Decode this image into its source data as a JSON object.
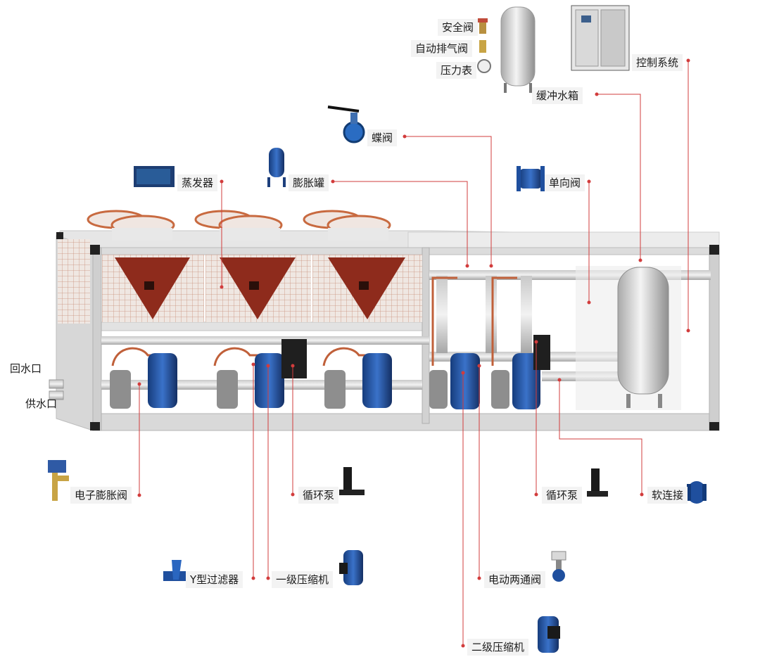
{
  "labels": {
    "safety_valve": "安全阀",
    "auto_vent_valve": "自动排气阀",
    "pressure_gauge": "压力表",
    "buffer_tank": "缓冲水箱",
    "control_system": "控制系统",
    "butterfly_valve": "蝶阀",
    "evaporator": "蒸发器",
    "expansion_tank": "膨胀罐",
    "check_valve": "单向阀",
    "return_water": "回水口",
    "supply_water": "供水口",
    "electronic_expansion_valve": "电子膨胀阀",
    "circulation_pump_left": "循环泵",
    "circulation_pump_right": "循环泵",
    "soft_connection": "软连接",
    "y_strainer": "Y型过滤器",
    "stage1_compressor": "一级压缩机",
    "motorized_two_way_valve": "电动两通阀",
    "stage2_compressor": "二级压缩机"
  },
  "colors": {
    "leader_line": "#d23c3c",
    "label_bg": "#f3f3f3",
    "frame": "#d9d9d9",
    "compressor_blue": "#1f4f9e",
    "copper": "#c0603a",
    "fan_guard": "#c86a40",
    "evaporator_fill": "#8e2b1c"
  }
}
